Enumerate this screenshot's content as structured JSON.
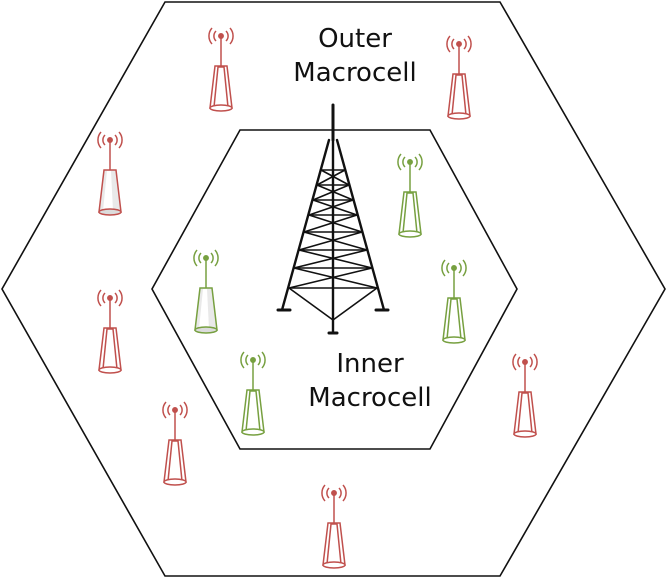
{
  "outer_label": {
    "line1": "Outer",
    "line2": "Macrocell"
  },
  "inner_label": {
    "line1": "Inner",
    "line2": "Macrocell"
  },
  "colors": {
    "outline": "#111111",
    "tower": "#111111",
    "outer_small_cell": "#c0504d",
    "inner_small_cell": "#77a040"
  },
  "icons": {
    "macro_tower": "cell-tower-icon",
    "small_cell": "small-cell-antenna-icon"
  }
}
